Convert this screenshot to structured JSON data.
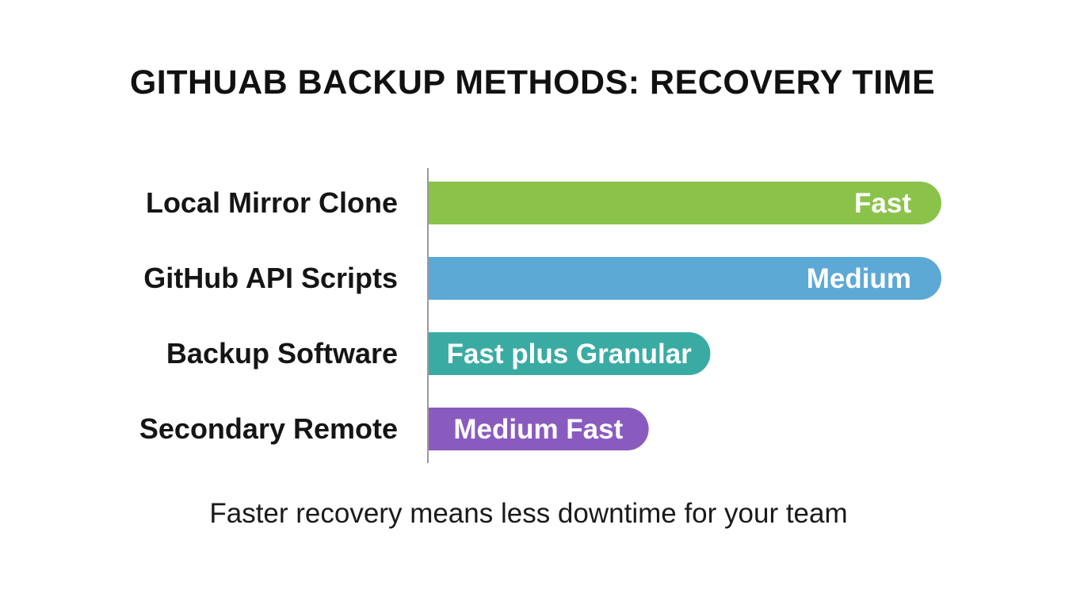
{
  "chart_data": {
    "type": "bar",
    "orientation": "horizontal",
    "title": "GITHUAB BACKUP METHODS: RECOVERY TIME",
    "categories": [
      "Local Mirror Clone",
      "GitHub API Scripts",
      "Backup Software",
      "Secondary Remote"
    ],
    "values": [
      100,
      100,
      55,
      43
    ],
    "value_labels": [
      "Fast",
      "Medium",
      "Fast plus Granular",
      "Medium Fast"
    ],
    "colors": [
      "#8bc34a",
      "#5da9d6",
      "#3aaba2",
      "#8a5bbf"
    ],
    "xlim": [
      0,
      100
    ],
    "grid": false,
    "legend": "none"
  },
  "caption": "Faster recovery means less downtime for your team"
}
